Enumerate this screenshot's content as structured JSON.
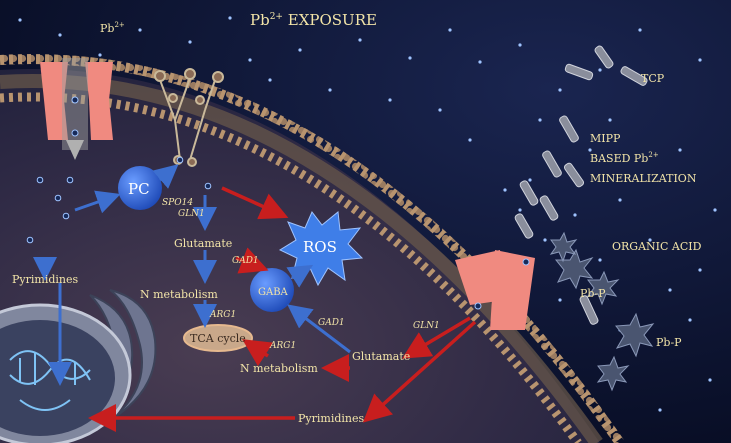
{
  "title_prefix": "Pb",
  "title_sup": "2+",
  "title_suffix": " EXPOSURE",
  "ion_prefix": "Pb",
  "ion_sup": "2+",
  "labels": {
    "pc": "PC",
    "spo14": "SPO14",
    "gln1_left": "GLN1",
    "glutamate_left": "Glutamate",
    "gad1_left": "GAD1",
    "ros": "ROS",
    "gaba": "GABA",
    "n_metabolism_left": "N metabolism",
    "arg1_left": "ARG1",
    "tca_cycle": "TCA cycle",
    "arg1_mid": "ARG1",
    "n_metabolism_mid": "N metabolism",
    "gad1_right": "GAD1",
    "glutamate_right": "Glutamate",
    "gln1_right": "GLN1",
    "pyrimidines_left": "Pyrimidines",
    "pyrimidines_bottom": "Pyrimidines",
    "tcp": "TCP",
    "mipp_line1": "MIPP",
    "mipp_line2_prefix": "BASED Pb",
    "mipp_line2_sup": "2+",
    "mipp_line3": "MINERALIZATION",
    "organic_acid": "ORGANIC ACID",
    "pb_p_1": "Pb-P",
    "pb_p_2": "Pb-P"
  },
  "colors": {
    "background": "#0b1230",
    "cytoplasm": "#3a3450",
    "membrane": "#8a6d55",
    "blue_arrow": "#3d6fcf",
    "red_arrow": "#c81e1e",
    "label_text": "#f2e4a8",
    "channel": "#f08a80",
    "ros": "#3f7ee8"
  }
}
